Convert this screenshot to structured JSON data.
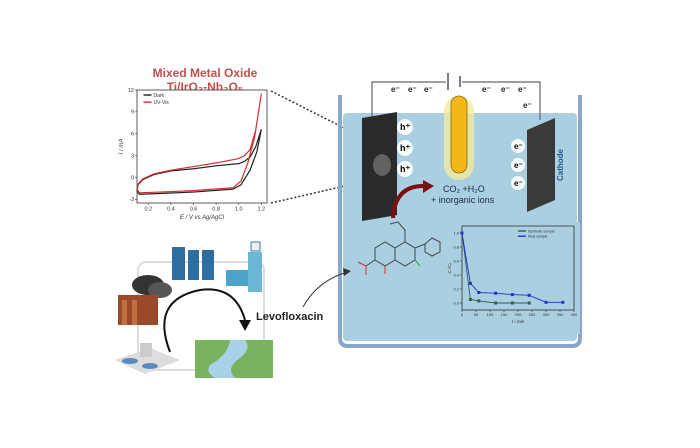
{
  "cv_panel": {
    "title_line1": "Mixed Metal Oxide",
    "title_line2": "Ti/IrO₂-Nb₂O₅",
    "title_color": "#c0504d"
  },
  "tank": {
    "electrons_left": [
      "e⁻",
      "e⁻",
      "e⁻"
    ],
    "electrons_right": [
      "e⁻",
      "e⁻",
      "e⁻"
    ],
    "electron_wire": "e⁻",
    "holes": [
      "h⁺",
      "h⁺",
      "h⁺"
    ],
    "cathode_electrons": [
      "e⁻",
      "e⁻",
      "e⁻"
    ],
    "cathode_label": "Cathode",
    "products_line1": "CO₂ +H₂O",
    "products_line2": "+ inorganic ions",
    "water_color": "#a9cfe0"
  },
  "cycle": {
    "pollutant_label": "Levofloxacin"
  },
  "chart_data": [
    {
      "type": "line",
      "xlabel": "E / V vs Ag/AgCl",
      "ylabel": "I / mA",
      "xlim": [
        0.1,
        1.25
      ],
      "ylim": [
        -3.5,
        12
      ],
      "xticks": [
        "0.2",
        "0.4",
        "0.6",
        "0.8",
        "1.0",
        "1.2"
      ],
      "yticks": [
        "-3",
        "0",
        "3",
        "6",
        "9",
        "12"
      ],
      "legend_position": "top-left",
      "series": [
        {
          "name": "Dark",
          "color": "#222222",
          "x": [
            0.1,
            0.12,
            0.3,
            0.6,
            0.95,
            1.02,
            1.1,
            1.16,
            1.2,
            1.15,
            1.1,
            1.05,
            1.0,
            0.8,
            0.6,
            0.4,
            0.25,
            0.15,
            0.11,
            0.1
          ],
          "y": [
            -1.8,
            -2.3,
            -2.2,
            -2.0,
            -1.6,
            -1.0,
            1.0,
            3.5,
            6.6,
            4.2,
            2.8,
            2.2,
            1.9,
            1.6,
            1.2,
            0.9,
            0.4,
            -0.3,
            -1.0,
            -1.8
          ]
        },
        {
          "name": "UV-Vis",
          "color": "#d03030",
          "x": [
            0.1,
            0.12,
            0.3,
            0.6,
            0.95,
            1.02,
            1.08,
            1.14,
            1.2,
            1.15,
            1.1,
            1.05,
            1.0,
            0.8,
            0.6,
            0.4,
            0.25,
            0.15,
            0.11,
            0.1
          ],
          "y": [
            -1.6,
            -2.1,
            -2.0,
            -1.8,
            -1.4,
            -0.5,
            2.0,
            5.5,
            11.5,
            6.5,
            3.8,
            3.0,
            2.6,
            2.0,
            1.5,
            1.0,
            0.5,
            -0.2,
            -0.9,
            -1.6
          ]
        }
      ]
    },
    {
      "type": "line",
      "xlabel": "t / min",
      "ylabel": "C /C₀",
      "xlim": [
        0,
        400
      ],
      "ylim": [
        -0.1,
        1.1
      ],
      "xticks": [
        "0",
        "50",
        "100",
        "150",
        "200",
        "250",
        "300",
        "350",
        "400"
      ],
      "yticks": [
        "0.0",
        "0.2",
        "0.4",
        "0.6",
        "0.8",
        "1.0"
      ],
      "legend_position": "top-right",
      "series": [
        {
          "name": "Synthetic sample",
          "color": "#2f5f4f",
          "x": [
            0,
            30,
            60,
            120,
            180,
            240
          ],
          "y": [
            1.0,
            0.05,
            0.03,
            0.0,
            0.0,
            0.0
          ]
        },
        {
          "name": "Real sample",
          "color": "#2233cc",
          "x": [
            0,
            30,
            60,
            120,
            180,
            240,
            300,
            360
          ],
          "y": [
            1.0,
            0.28,
            0.15,
            0.14,
            0.12,
            0.11,
            0.01,
            0.01
          ]
        }
      ]
    }
  ]
}
